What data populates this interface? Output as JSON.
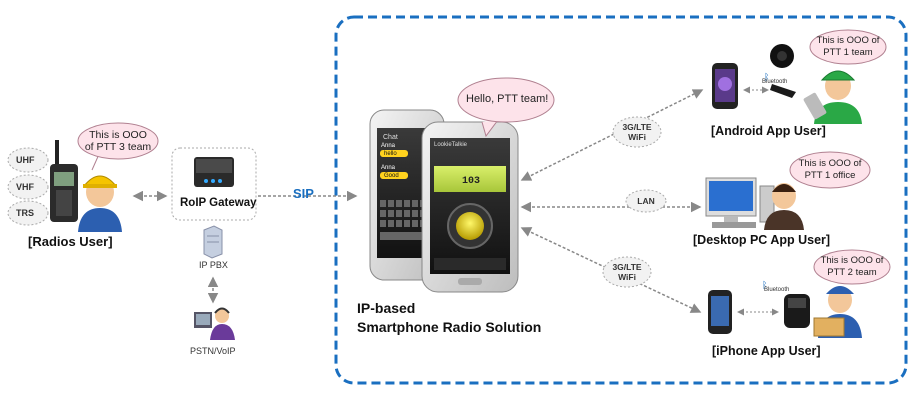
{
  "radios": {
    "bands": [
      "UHF",
      "VHF",
      "TRS"
    ],
    "bubble": [
      "This is OOO",
      "of PTT 3 team"
    ],
    "label": "[Radios User]"
  },
  "gateway": {
    "label": "RoIP Gateway",
    "ippbx": "IP PBX",
    "pstn": "PSTN/VoIP"
  },
  "sip": "SIP",
  "solution": {
    "bubble": "Hello, PTT team!",
    "title_line1": "IP-based",
    "title_line2": "Smartphone Radio Solution"
  },
  "connections": {
    "android": [
      "3G/LTE",
      "WiFi"
    ],
    "desktop": "LAN",
    "iphone": [
      "3G/LTE",
      "WiFi"
    ]
  },
  "android": {
    "bubble": [
      "This is OOO of",
      "PTT 1 team"
    ],
    "label": "[Android App User]",
    "bluetooth": "Bluetooth"
  },
  "desktop": {
    "bubble": [
      "This is OOO of",
      "PTT 1 office"
    ],
    "label": "[Desktop PC App User]"
  },
  "iphone": {
    "bubble": [
      "This is OOO of",
      "PTT 2 team"
    ],
    "label": "[iPhone App User]",
    "bluetooth": "Bluetooth"
  },
  "phone_screen": {
    "app_name": "LookieTalkie",
    "channel": "103",
    "left_title": "Chat",
    "left_items": [
      "Anna",
      "hello",
      "Anna",
      "Good"
    ]
  },
  "colors": {
    "frame": "#1a6fc0",
    "sip": "#1a6fc0",
    "bubble_fill": "#fde3ea",
    "bubble_stroke": "#b08090",
    "cloud_fill": "#f2f2f2",
    "arrow": "#888888"
  }
}
